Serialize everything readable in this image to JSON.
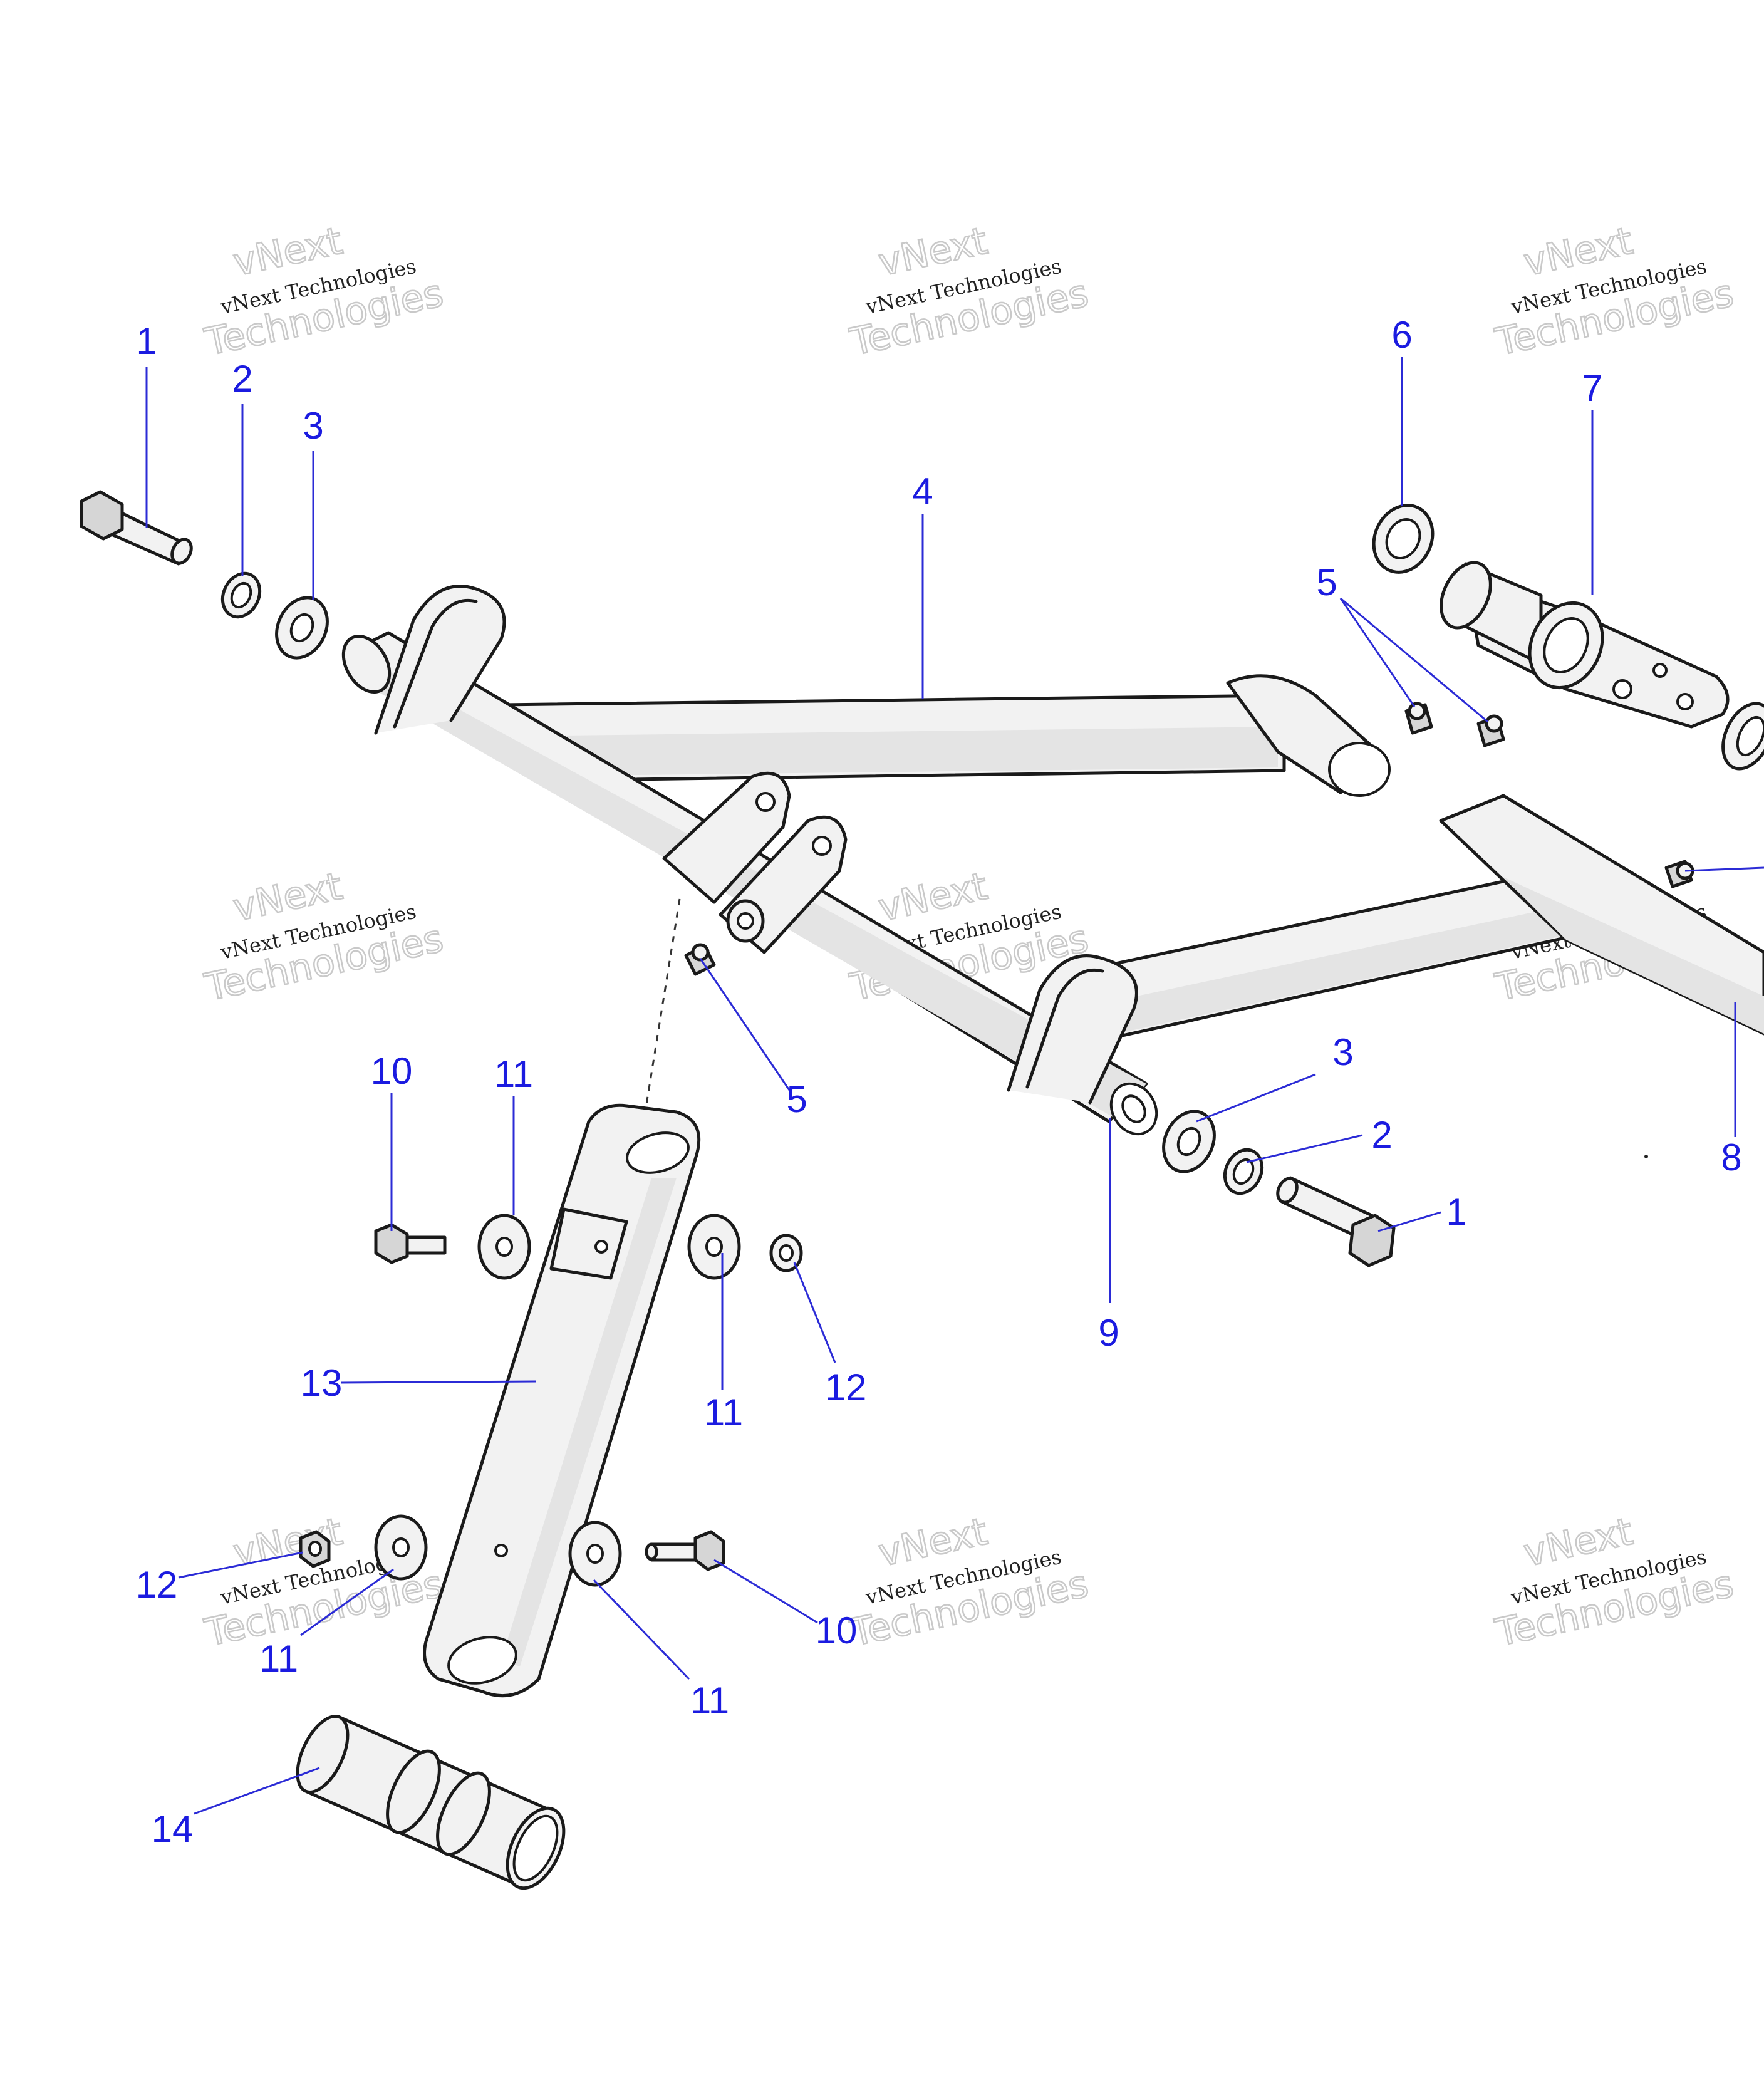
{
  "watermark": {
    "line_top": "vNext",
    "line_mid": "vNext Technologies",
    "line_bottom": "Technologies"
  },
  "callouts": [
    "1",
    "2",
    "3",
    "4",
    "5",
    "6",
    "7",
    "8",
    "9",
    "10",
    "11",
    "12",
    "13",
    "14"
  ]
}
